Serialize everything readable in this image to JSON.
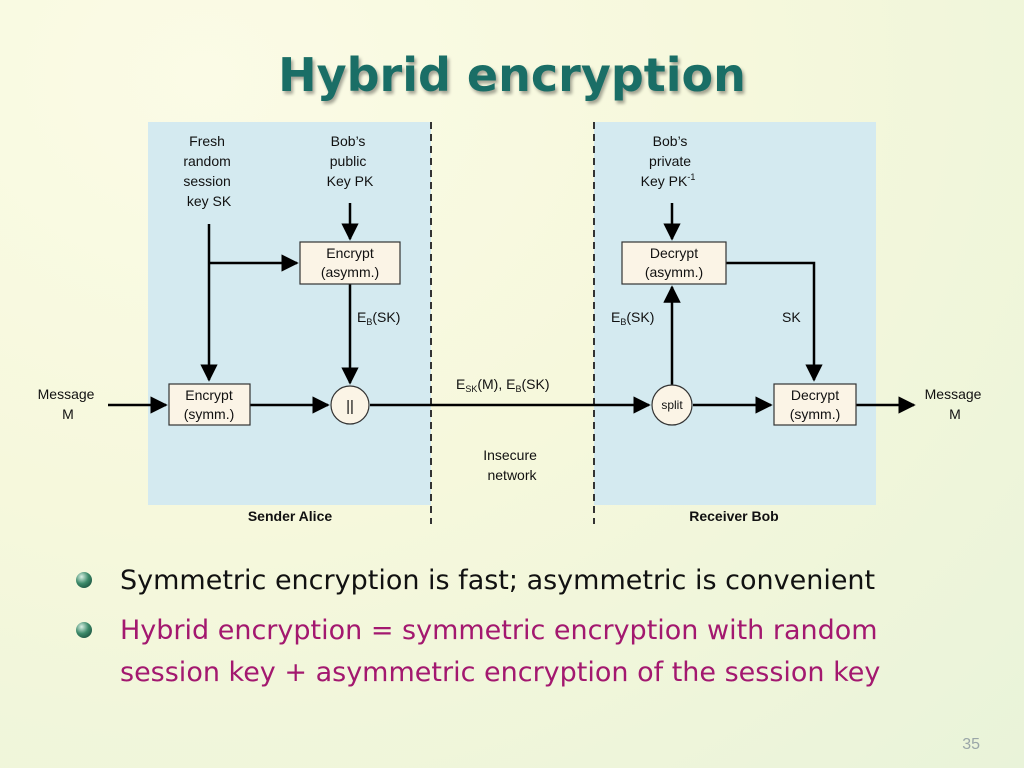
{
  "slide": {
    "title": "Hybrid encryption",
    "page_number": "35"
  },
  "diagram": {
    "sender_label": "Sender Alice",
    "receiver_label": "Receiver Bob",
    "session_key_label": [
      "Fresh",
      "random",
      "session",
      "key SK"
    ],
    "public_key_label": [
      "Bob’s",
      "public",
      "Key PK"
    ],
    "private_key_label": [
      "Bob’s",
      "private",
      "Key PK"
    ],
    "private_key_superscript": "-1",
    "encrypt_asymm": [
      "Encrypt",
      "(asymm.)"
    ],
    "encrypt_symm": [
      "Encrypt",
      "(symm.)"
    ],
    "decrypt_asymm": [
      "Decrypt",
      "(asymm.)"
    ],
    "decrypt_symm": [
      "Decrypt",
      "(symm.)"
    ],
    "concat_symbol": "||",
    "split_label": "split",
    "message_in": [
      "Message",
      "M"
    ],
    "message_out": [
      "Message",
      "M"
    ],
    "eb_sk": {
      "E": "E",
      "sub": "B",
      "rest": "(SK)"
    },
    "sk_label": "SK",
    "network_payload": {
      "E1": "E",
      "sub1": "SK",
      "mid": "(M), E",
      "sub2": "B",
      "rest": "(SK)"
    },
    "network_label": [
      "Insecure",
      "network"
    ]
  },
  "bullets": [
    "Symmetric encryption is fast; asymmetric is convenient",
    "Hybrid encryption = symmetric encryption with random session key + asymmetric encryption of the session key"
  ]
}
